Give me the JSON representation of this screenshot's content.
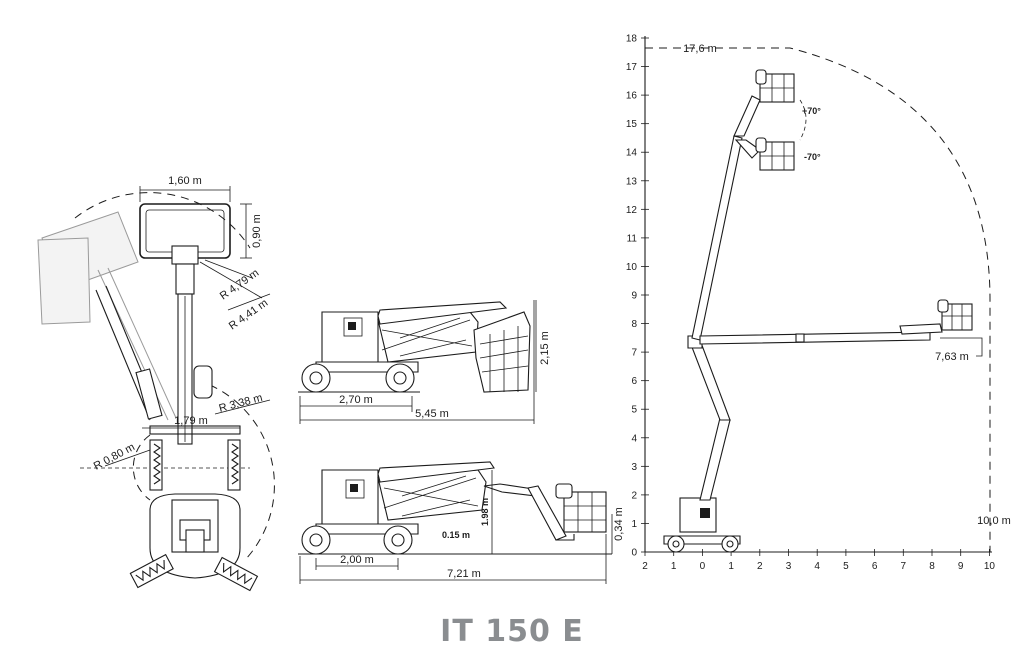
{
  "title": "IT 150 E",
  "top_view": {
    "width_platform": "1,60 m",
    "depth_platform": "0,90 m",
    "radius_outer": "R 4,79 m",
    "radius_mid": "R 4,41 m",
    "radius_tail": "R 3,38 m",
    "width_chassis": "1,79 m",
    "radius_inner": "R 0,80 m"
  },
  "side_stowed": {
    "height": "2,15 m",
    "wheelbase": "2,70 m",
    "length": "5,45 m"
  },
  "side_jib": {
    "wheelbase": "2,00 m",
    "clearance": "0.15 m",
    "height_mast": "1.98 m",
    "height_jib": "0,34 m",
    "length": "7,21 m"
  },
  "working_range": {
    "max_height_label": "17,6 m",
    "max_outreach_label": "10,0 m",
    "outreach_platform_label": "7,63 m",
    "jib_up": "+70°",
    "jib_down": "-70°",
    "y_ticks": [
      "0",
      "1",
      "2",
      "3",
      "4",
      "5",
      "6",
      "7",
      "8",
      "9",
      "10",
      "11",
      "12",
      "13",
      "14",
      "15",
      "16",
      "17",
      "18"
    ],
    "x_ticks": [
      "2",
      "1",
      "0",
      "1",
      "2",
      "3",
      "4",
      "5",
      "6",
      "7",
      "8",
      "9",
      "10"
    ],
    "outreach_vertical_m": 10.0,
    "height_max_m": 17.6,
    "platform_outreach_m": 7.63
  }
}
